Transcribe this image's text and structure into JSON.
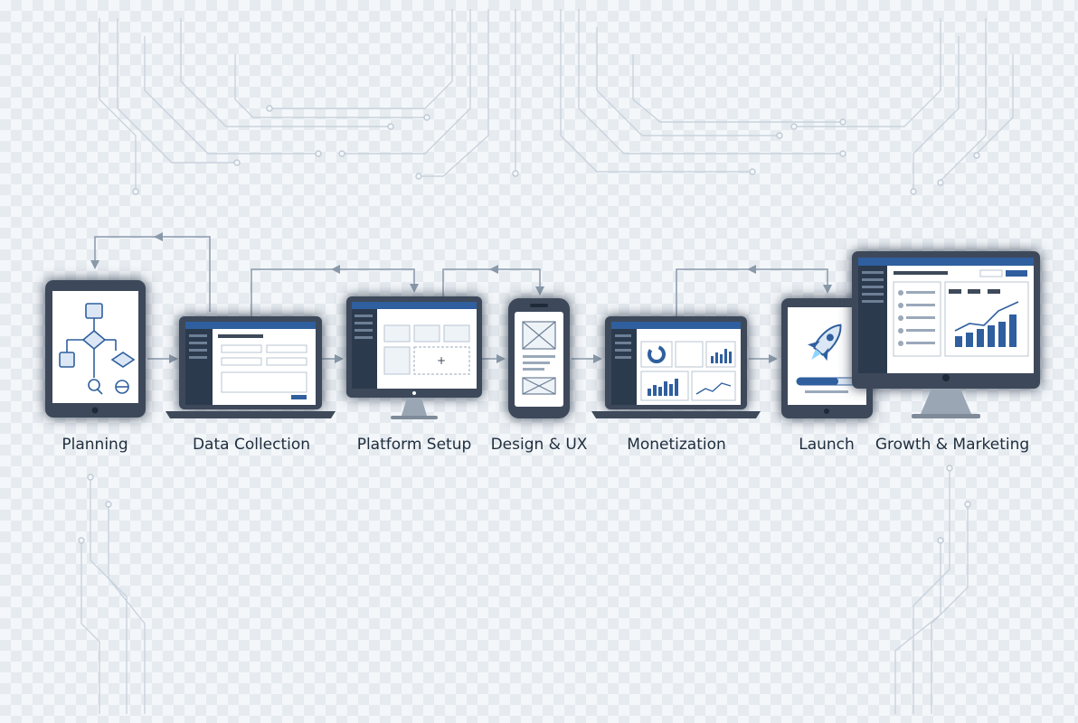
{
  "stages": [
    {
      "label": "Planning"
    },
    {
      "label": "Data Collection"
    },
    {
      "label": "Platform Setup"
    },
    {
      "label": "Design & UX"
    },
    {
      "label": "Monetization"
    },
    {
      "label": "Launch"
    },
    {
      "label": "Growth & Marketing"
    }
  ],
  "colors": {
    "frame": "#3e4a5a",
    "accent": "#2f5f9e",
    "glow": "#8fd3ff",
    "screen": "#ffffff",
    "circuit": "#c9d3dd"
  }
}
